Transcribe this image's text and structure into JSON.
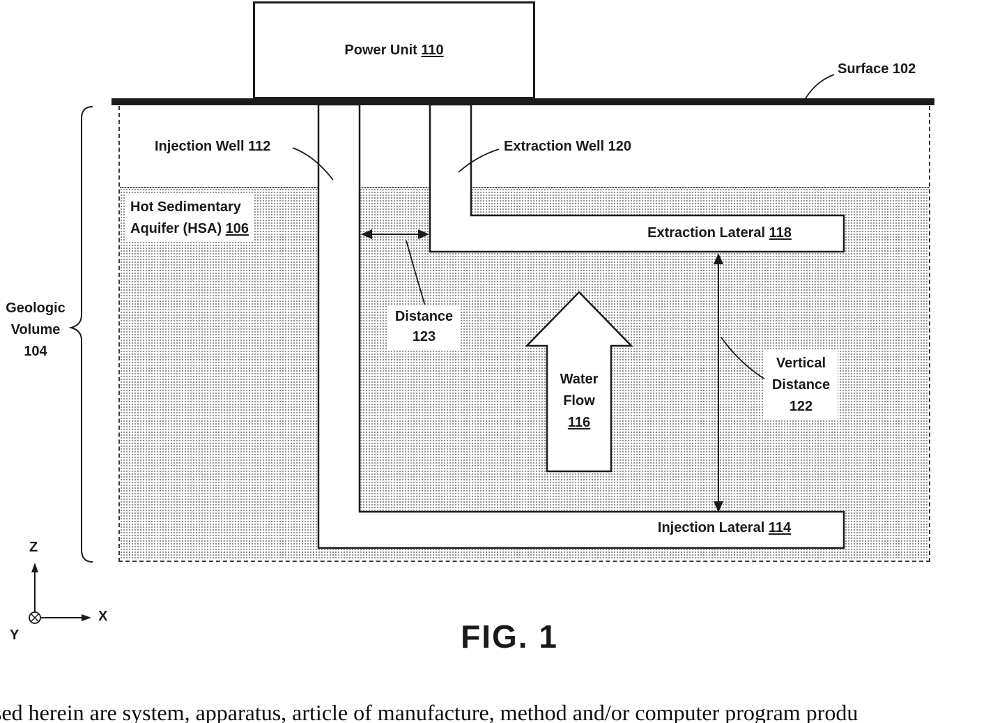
{
  "figure": {
    "title": "FIG. 1",
    "caption": "sed herein are system, apparatus, article of manufacture, method and/or computer program produ"
  },
  "labels": {
    "power_unit": {
      "text": "Power Unit",
      "ref": "110"
    },
    "surface": "Surface 102",
    "injection_well": "Injection Well 112",
    "extraction_well": "Extraction Well 120",
    "hsa": {
      "line1": "Hot Sedimentary",
      "line2": "Aquifer (HSA)",
      "ref": "106"
    },
    "extraction_lateral": {
      "text": "Extraction Lateral",
      "ref": "118"
    },
    "injection_lateral": {
      "text": "Injection Lateral",
      "ref": "114"
    },
    "distance": {
      "line1": "Distance",
      "line2": "123"
    },
    "water_flow": {
      "line1": "Water",
      "line2": "Flow",
      "ref": "116"
    },
    "vertical_distance": {
      "line1": "Vertical",
      "line2": "Distance",
      "line3": "122"
    },
    "geologic_volume": {
      "line1": "Geologic",
      "line2": "Volume",
      "line3": "104"
    },
    "axes": {
      "z": "Z",
      "x": "X",
      "y": "Y"
    }
  },
  "colors": {
    "ink": "#1a1a1a",
    "surface_bar": "#1c1c1c",
    "stipple_dot": "#8c8c8c",
    "background": "#ffffff"
  }
}
